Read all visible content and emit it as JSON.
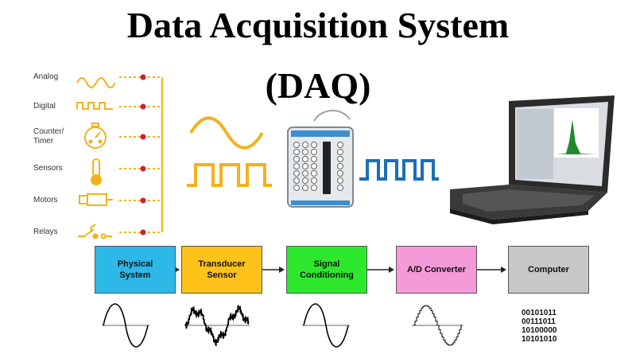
{
  "title": {
    "line1": "Data Acquisition System",
    "line2": "(DAQ)"
  },
  "signal_types": [
    {
      "label": "Analog",
      "icon": "analog-wave-icon"
    },
    {
      "label": "Digital",
      "icon": "digital-pulse-icon"
    },
    {
      "label": "Counter/\nTimer",
      "icon": "stopwatch-icon"
    },
    {
      "label": "Sensors",
      "icon": "thermometer-icon"
    },
    {
      "label": "Motors",
      "icon": "motor-icon"
    },
    {
      "label": "Relays",
      "icon": "relay-switch-icon"
    }
  ],
  "pipeline": [
    {
      "label": "Physical\nSystem",
      "color": "#2DB8E8"
    },
    {
      "label": "Transducer\nSensor",
      "color": "#FFC21A"
    },
    {
      "label": "Signal\nConditioning",
      "color": "#2EE82E"
    },
    {
      "label": "A/D Converter",
      "color": "#F49AD8"
    },
    {
      "label": "Computer",
      "color": "#C7C7C7"
    }
  ],
  "binary_output": [
    "00101011",
    "00111011",
    "10100000",
    "10101010"
  ],
  "colors": {
    "signal_yellow": "#F2B21B",
    "node_red": "#D0202A",
    "pulse_blue": "#1C6FB5"
  }
}
